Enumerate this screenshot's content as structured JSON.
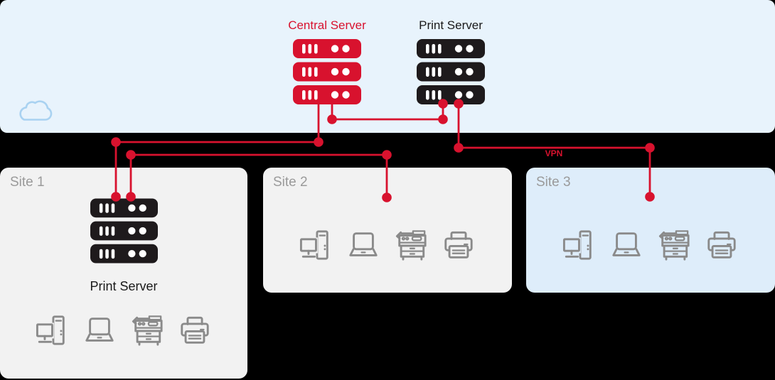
{
  "cloud_zone": {
    "central_server_label": "Central Server",
    "print_server_label": "Print Server",
    "cloud_icon": "cloud-outline"
  },
  "vpn_label": "VPN",
  "sites": [
    {
      "label": "Site 1",
      "theme": "gray",
      "server_label": "Print Server",
      "devices": [
        "desktop-computer",
        "laptop",
        "multifunction-printer",
        "printer"
      ]
    },
    {
      "label": "Site 2",
      "theme": "gray",
      "devices": [
        "desktop-computer",
        "laptop",
        "multifunction-printer",
        "printer"
      ]
    },
    {
      "label": "Site 3",
      "theme": "blue",
      "devices": [
        "desktop-computer",
        "laptop",
        "multifunction-printer",
        "printer"
      ]
    }
  ],
  "connections": [
    {
      "from": "central-server",
      "to": "site-1-print-server"
    },
    {
      "from": "central-server",
      "to": "cloud-print-server"
    },
    {
      "from": "site-1-print-server",
      "to": "site-2"
    },
    {
      "from": "cloud-print-server",
      "to": "site-3",
      "label": "VPN"
    }
  ],
  "colors": {
    "accent_red": "#D8122E",
    "server_black": "#1E1A1C",
    "cloud_band": "#E8F3FC",
    "card_gray": "#F2F2F2",
    "card_blue": "#DEEDFA",
    "icon_gray": "#8A8A8A",
    "label_gray": "#9A9A9A",
    "cloud_stroke": "#A9D2F1",
    "background": "#000000"
  }
}
